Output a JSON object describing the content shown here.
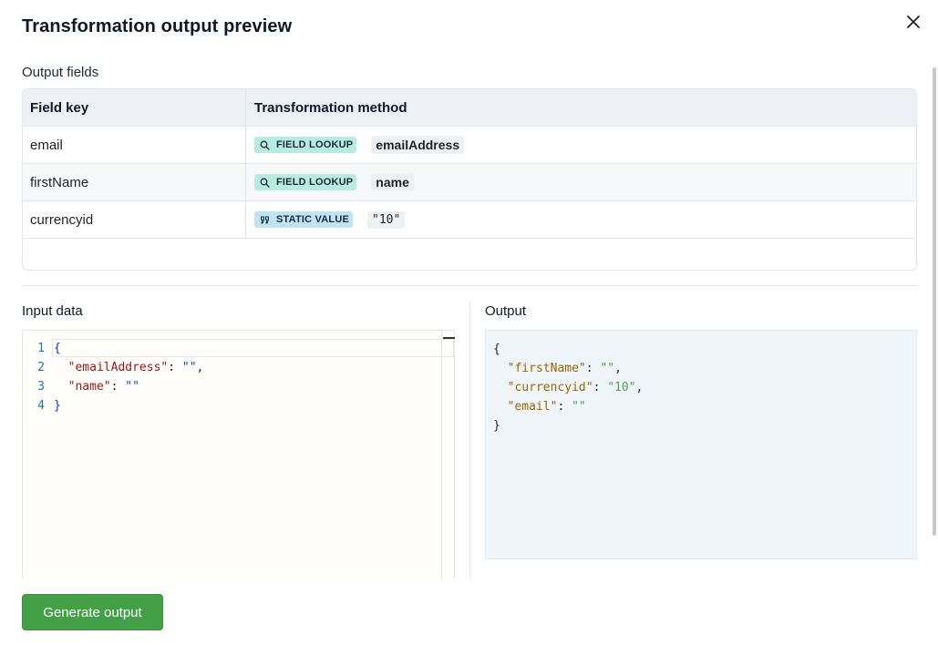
{
  "dialog": {
    "title": "Transformation output preview"
  },
  "fields": {
    "label": "Output fields",
    "headers": [
      "Field key",
      "Transformation method"
    ],
    "rows": [
      {
        "key": "email",
        "method": "FIELD LOOKUP",
        "method_icon": "search-icon",
        "value": "emailAddress"
      },
      {
        "key": "firstName",
        "method": "FIELD LOOKUP",
        "method_icon": "search-icon",
        "value": "name"
      },
      {
        "key": "currencyid",
        "method": "STATIC VALUE",
        "method_icon": "quote-icon",
        "value": "\"10\""
      }
    ]
  },
  "input": {
    "label": "Input data",
    "line_numbers": [
      "1",
      "2",
      "3",
      "4"
    ],
    "lines": [
      {
        "open": "{"
      },
      {
        "key": "\"emailAddress\"",
        "sep": ": ",
        "val": "\"\"",
        "tail": ","
      },
      {
        "key": "\"name\"",
        "sep": ": ",
        "val": "\"\"",
        "tail": ""
      },
      {
        "close": "}"
      }
    ]
  },
  "output": {
    "label": "Output",
    "lines": [
      {
        "open": "{"
      },
      {
        "key": "\"firstName\"",
        "sep": ": ",
        "val": "\"\"",
        "tail": ","
      },
      {
        "key": "\"currencyid\"",
        "sep": ": ",
        "val": "\"10\"",
        "tail": ","
      },
      {
        "key": "\"email\"",
        "sep": ": ",
        "val": "\"\"",
        "tail": ""
      },
      {
        "close": "}"
      }
    ]
  },
  "actions": {
    "generate_label": "Generate output"
  },
  "colors": {
    "primary_button": "#43a047",
    "field_lookup_badge": "#b7ece1",
    "static_value_badge": "#bfe4f3"
  }
}
